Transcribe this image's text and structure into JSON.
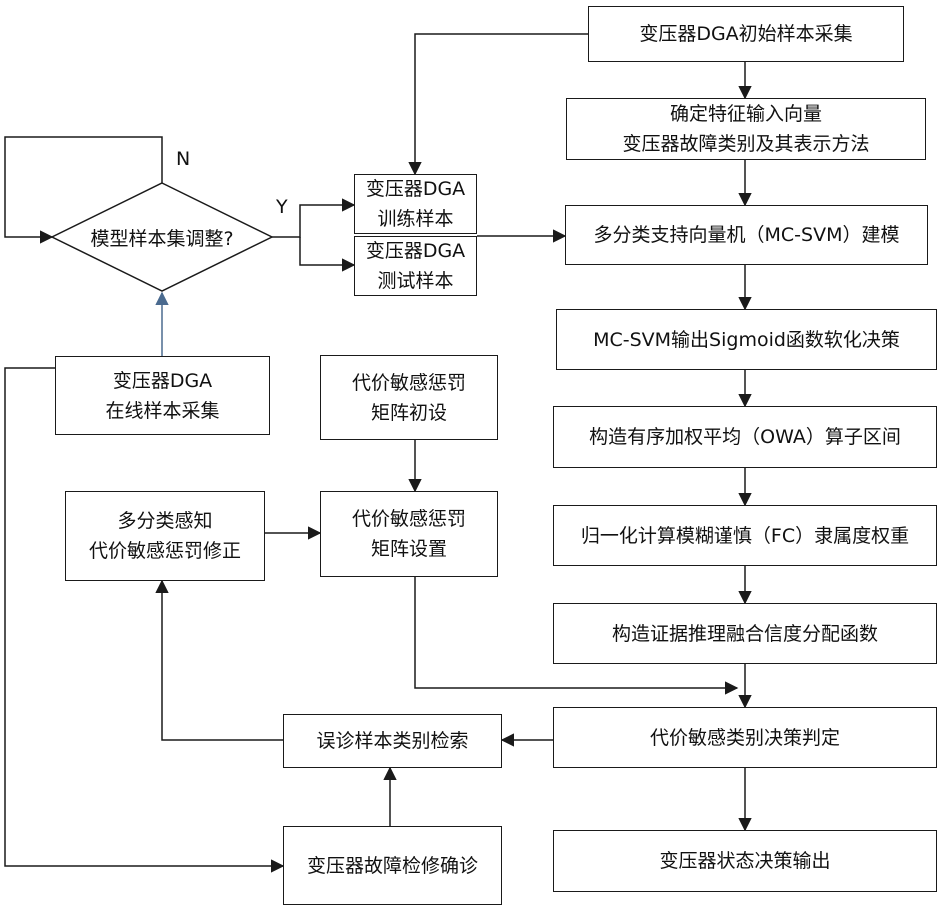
{
  "nodes": {
    "initial_collection": "变压器DGA初始样本采集",
    "feature_line1": "确定特征输入向量",
    "feature_line2": "变压器故障类别及其表示方法",
    "mcsvm_model": "多分类支持向量机（MC-SVM）建模",
    "sigmoid": "MC-SVM输出Sigmoid函数软化决策",
    "owa": "构造有序加权平均（OWA）算子区间",
    "fc_weight": "归一化计算模糊谨慎（FC）隶属度权重",
    "evidence": "构造证据推理融合信度分配函数",
    "cost_decision": "代价敏感类别决策判定",
    "state_output": "变压器状态决策输出",
    "decision": "模型样本集调整?",
    "train_line1": "变压器DGA",
    "train_line2": "训练样本",
    "test_line1": "变压器DGA",
    "test_line2": "测试样本",
    "online_line1": "变压器DGA",
    "online_line2": "在线样本采集",
    "matrix_init_line1": "代价敏感惩罚",
    "matrix_init_line2": "矩阵初设",
    "matrix_set_line1": "代价敏感惩罚",
    "matrix_set_line2": "矩阵设置",
    "correction_line1": "多分类感知",
    "correction_line2": "代价敏感惩罚修正",
    "misdiag_search": "误诊样本类别检索",
    "fault_check": "变压器故障检修确诊"
  },
  "branch_labels": {
    "no": "N",
    "yes": "Y"
  },
  "colors": {
    "line": "#1a1a1a",
    "feedback_arrow": "#4a6a8f"
  }
}
